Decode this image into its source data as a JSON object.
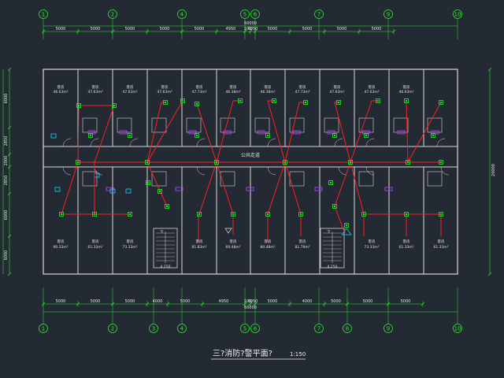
{
  "drawing": {
    "title": "三?消防?警平面?",
    "scale": "1:150",
    "corridor_label": "公共走道",
    "colors": {
      "background": "#232a33",
      "wall": "#d8d8d8",
      "dimension": "#2ee82e",
      "wire": "#ff2020",
      "device": "#22e022",
      "fixture": "#b040ff",
      "water": "#22d0ff"
    }
  },
  "axes": {
    "top": [
      "1",
      "2",
      "4",
      "5",
      "6",
      "7",
      "9",
      "10"
    ],
    "bottom": [
      "1",
      "2",
      "3",
      "4",
      "5",
      "6",
      "7",
      "8",
      "9",
      "10"
    ]
  },
  "dimensions": {
    "top_segments": [
      "5000",
      "5000",
      "5000",
      "5000",
      "5000",
      "4950",
      "100",
      "4950",
      "5000",
      "5000",
      "5000",
      "5000"
    ],
    "top_total": "60000",
    "bottom_segments": [
      "5000",
      "5000",
      "5000",
      "4000",
      "5000",
      "4950",
      "100",
      "4950",
      "5000",
      "4000",
      "5000",
      "5000",
      "5000"
    ],
    "bottom_total": "60000",
    "left_segments": [
      "6000",
      "2850",
      "2000",
      "2850",
      "6000",
      "6000"
    ],
    "right_total": "20000"
  },
  "rooms": {
    "top": [
      {
        "name": "客房",
        "area": "46.63m²"
      },
      {
        "name": "客房",
        "area": "47.63m²"
      },
      {
        "name": "客房",
        "area": "47.63m²"
      },
      {
        "name": "客房",
        "area": "47.63m²"
      },
      {
        "name": "客房",
        "area": "47.73m²"
      },
      {
        "name": "客房",
        "area": "46.38m²"
      },
      {
        "name": "客房",
        "area": "46.38m²"
      },
      {
        "name": "客房",
        "area": "47.73m²"
      },
      {
        "name": "客房",
        "area": "47.63m²"
      },
      {
        "name": "客房",
        "area": "47.63m²"
      },
      {
        "name": "客房",
        "area": "46.63m²"
      }
    ],
    "bottom": [
      {
        "name": "客房",
        "area": "90.33m²"
      },
      {
        "name": "客房",
        "area": "61.33m²"
      },
      {
        "name": "客房",
        "area": "73.33m²"
      },
      {
        "name": "客房",
        "area": "81.83m²"
      },
      {
        "name": "客房",
        "area": "69.48m²"
      },
      {
        "name": "客房",
        "area": "80.48m²"
      },
      {
        "name": "客房",
        "area": "81.79m²"
      },
      {
        "name": "客房",
        "area": "73.33m²"
      },
      {
        "name": "客房",
        "area": "61.33m²"
      },
      {
        "name": "客房",
        "area": "61.33m²"
      }
    ],
    "stairs": [
      {
        "label": "下",
        "id": "4.250"
      },
      {
        "label": "下",
        "id": "4.250"
      }
    ]
  }
}
